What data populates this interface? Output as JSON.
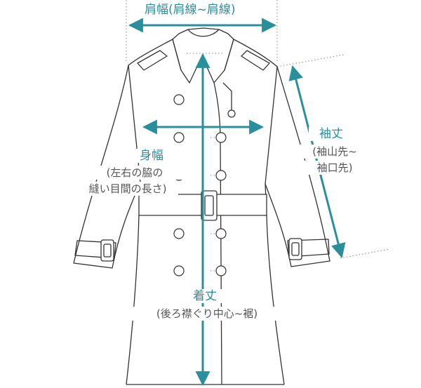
{
  "labels": {
    "shoulder": {
      "title": "肩幅",
      "detail": "(肩線~肩線)"
    },
    "body": {
      "title": "身幅",
      "detail_lines": [
        "(左右の脇の",
        "縫い目間の長さ)"
      ]
    },
    "sleeve": {
      "title": "袖丈",
      "detail_lines": [
        "(袖山先~",
        "袖口先)"
      ]
    },
    "length": {
      "title": "着丈",
      "detail": "(後ろ襟ぐり中心~裾)"
    }
  },
  "colors": {
    "accent": "#2a8f9c",
    "line": "#333333",
    "text": "#555555",
    "dots": "#888888"
  }
}
